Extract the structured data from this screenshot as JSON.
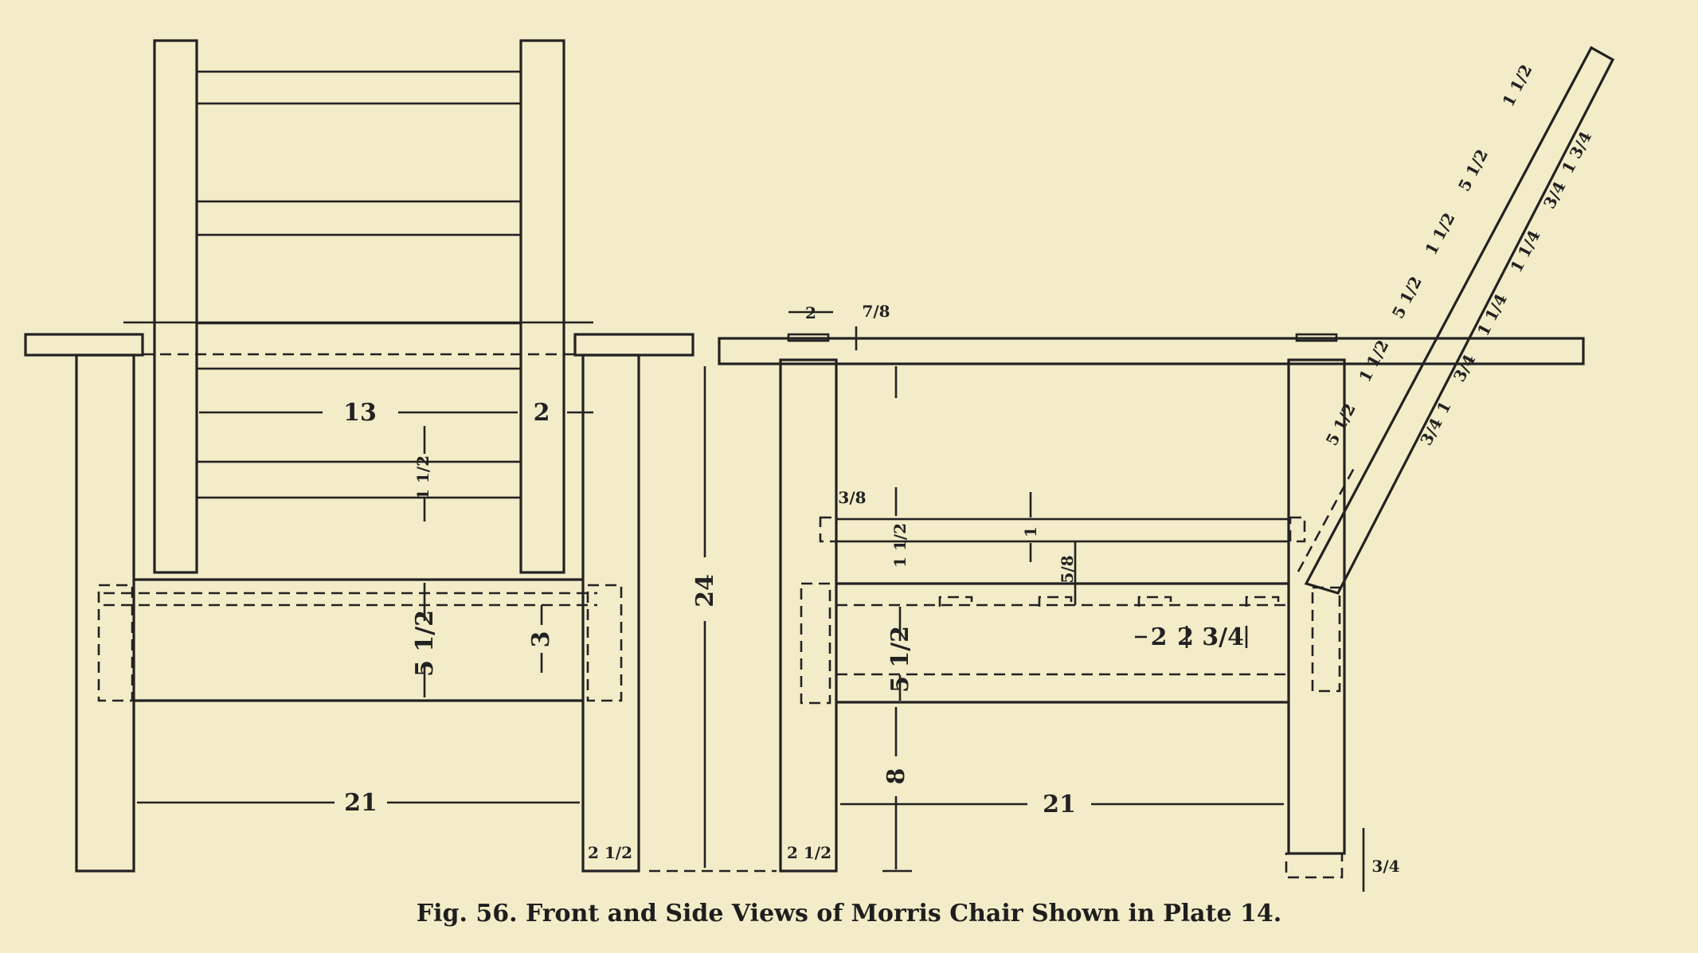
{
  "caption": "Fig. 56.  Front and Side Views of Morris Chair Shown in Plate 14.",
  "front_view": {
    "dims": {
      "back_width": "13",
      "post": "2",
      "slat_gap": "1 1/2",
      "rail": "5 1/2",
      "small": "3",
      "leg_span": "21",
      "leg_width": "2 1/2",
      "total_height": "24"
    }
  },
  "side_view": {
    "dims": {
      "arm_post": "2",
      "arm_thick": "7/8",
      "top_gap": "3/8",
      "rail_gap": "1 1/2",
      "rail_thick": "1",
      "slot": "5/8",
      "rail": "5 1/2",
      "peg": "2",
      "peg_gap": "2 3/4",
      "leg_height": "8",
      "leg_span": "21",
      "leg_width": "2 1/2",
      "foot": "3/4"
    },
    "back_dims": [
      "5 1/2",
      "5 1/2",
      "5 1/2",
      "1 1/2",
      "1 1/2",
      "3/4",
      "1",
      "3/4",
      "1 1/4",
      "1 1/4",
      "3/4",
      "1 3/4",
      "1 1/2"
    ]
  }
}
